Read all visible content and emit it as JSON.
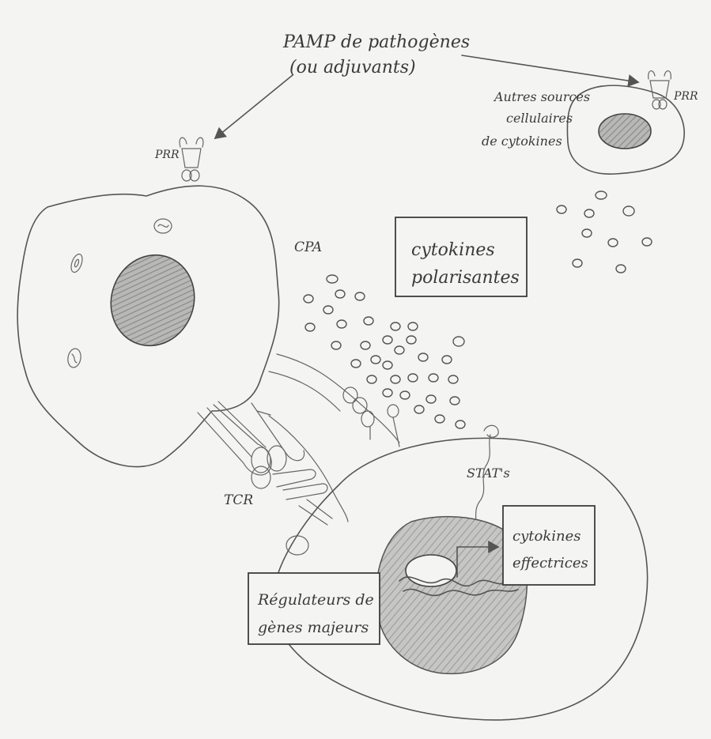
{
  "labels": {
    "pamp_line1": "PAMP de pathogènes",
    "pamp_line2": "(ou adjuvants)",
    "prr_left": "PRR",
    "prr_right": "PRR",
    "other_sources_line1": "Autres sources",
    "other_sources_line2": "cellulaires",
    "other_sources_line3": "de cytokines",
    "cpa": "CPA",
    "tcr": "TCR",
    "stats": "STAT's",
    "polarizing_line1": "cytokines",
    "polarizing_line2": "polarisantes",
    "effector_line1": "cytokines",
    "effector_line2": "effectrices",
    "regulators_line1": "Régulateurs de",
    "regulators_line2": "gènes majeurs"
  },
  "colors": {
    "ink": "#555555",
    "paper": "#f4f4f2",
    "shade": "#9a9a9a"
  }
}
